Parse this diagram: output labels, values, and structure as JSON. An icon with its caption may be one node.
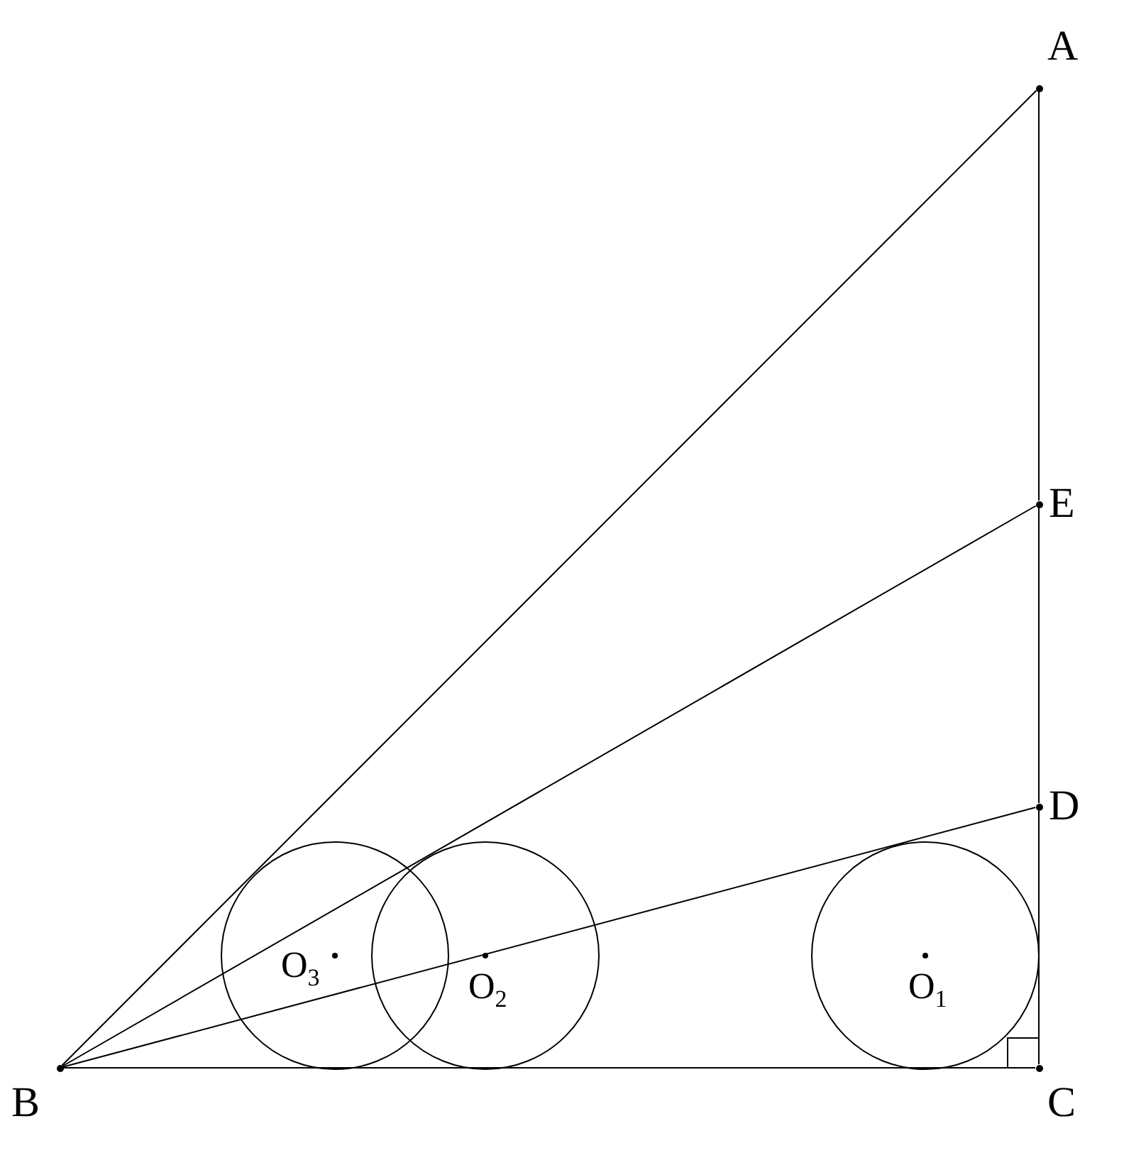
{
  "diagram": {
    "nodes": [
      {
        "text": [],
        "shape": "circle",
        "beside": [
          "A"
        ]
      },
      {
        "text": [],
        "shape": "circle",
        "beside": [
          "E"
        ]
      },
      {
        "text": [],
        "shape": "circle",
        "beside": [
          "D"
        ]
      },
      {
        "text": [],
        "shape": "circle",
        "beside": [
          "B"
        ]
      },
      {
        "text": [],
        "shape": "circle",
        "beside": [
          "C"
        ]
      }
    ],
    "edges": [
      {
        "from": 3,
        "to": 0,
        "arrow": "none"
      },
      {
        "from": 3,
        "to": 1,
        "arrow": "none"
      },
      {
        "from": 3,
        "to": 2,
        "arrow": "none"
      },
      {
        "from": 3,
        "to": 4,
        "arrow": "none"
      },
      {
        "from": 0,
        "to": 1,
        "arrow": "none"
      },
      {
        "from": 1,
        "to": 2,
        "arrow": "none"
      },
      {
        "from": 2,
        "to": 4,
        "arrow": "none"
      }
    ],
    "labels": [
      "O$_{3}$",
      "O$_{2}$",
      "O$_{1}$"
    ]
  }
}
